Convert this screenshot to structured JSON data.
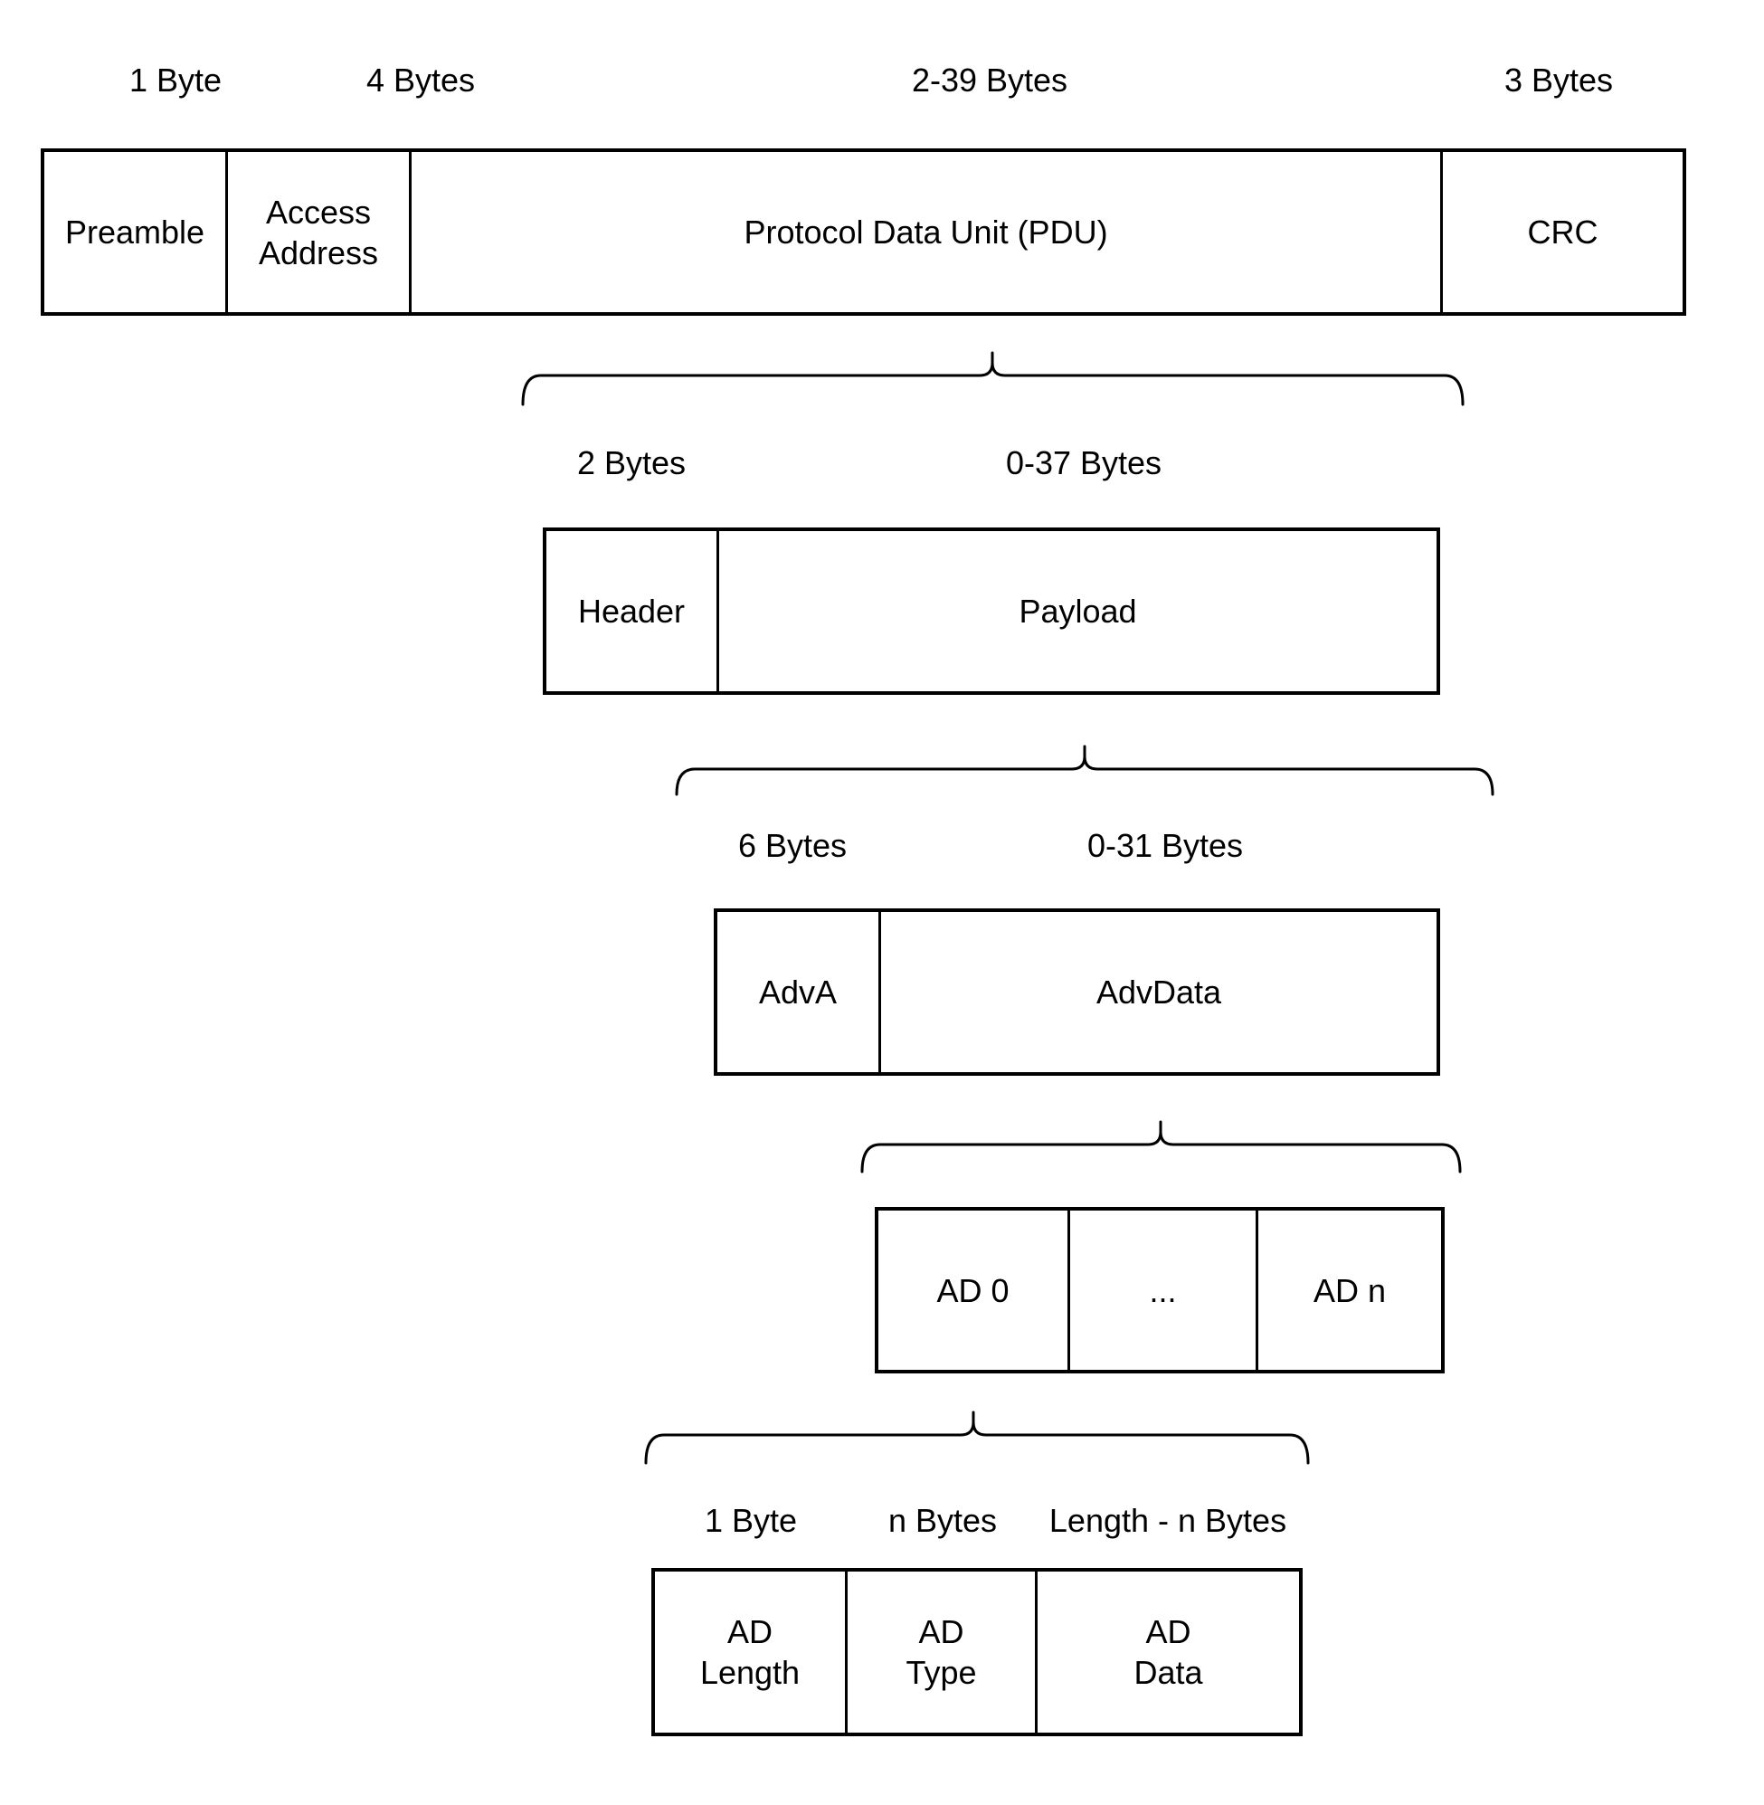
{
  "colors": {
    "line": "#000000",
    "text": "#000000",
    "background": "#ffffff"
  },
  "packet_row": {
    "sizes": [
      "1 Byte",
      "4 Bytes",
      "2-39 Bytes",
      "3 Bytes"
    ],
    "cells": [
      "Preamble",
      "Access\nAddress",
      "Protocol Data Unit (PDU)",
      "CRC"
    ]
  },
  "pdu_row": {
    "sizes": [
      "2 Bytes",
      "0-37 Bytes"
    ],
    "cells": [
      "Header",
      "Payload"
    ]
  },
  "payload_row": {
    "sizes": [
      "6 Bytes",
      "0-31 Bytes"
    ],
    "cells": [
      "AdvA",
      "AdvData"
    ]
  },
  "advdata_row": {
    "cells": [
      "AD 0",
      "...",
      "AD n"
    ]
  },
  "ad_structure_row": {
    "sizes": [
      "1 Byte",
      "n Bytes",
      "Length - n Bytes"
    ],
    "cells": [
      "AD\nLength",
      "AD\nType",
      "AD\nData"
    ]
  }
}
